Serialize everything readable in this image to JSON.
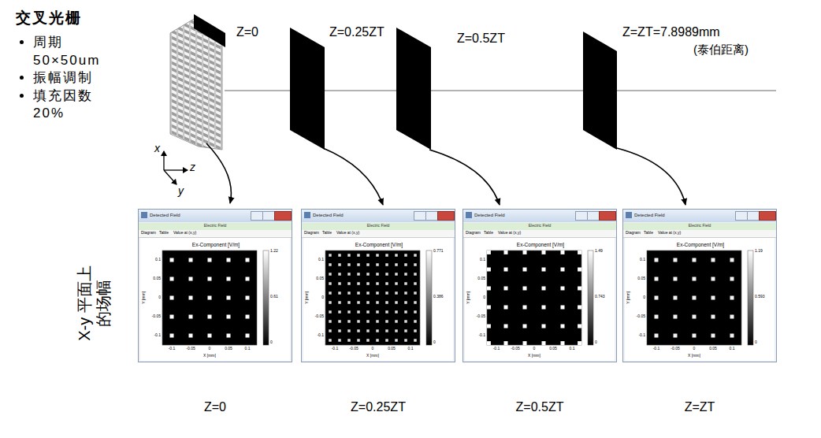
{
  "diagram": {
    "labels": [
      "交叉光栅",
      "周期 50×50um",
      "振幅调制",
      "填充因数 20%",
      "x",
      "z",
      "y",
      "Z=0",
      "Z=0.25ZT",
      "Z=0.5ZT",
      "Z=ZT=7.8989mm",
      "(泰伯距离)",
      "X-y 平面上的场幅",
      "Z=0",
      "Z=0.25ZT",
      "Z=0.5ZT",
      "Z=ZT",
      "Detected Field",
      "Electric Field",
      "Diagram",
      "Table",
      "Value at (x,y)",
      "Ex-Component [V/m]",
      "1.22",
      "0.61",
      "0",
      "X [mm]",
      "Y [mm]",
      "-0.1",
      "-0.05",
      "0",
      "0.05",
      "0.1",
      "0.1",
      "0.05",
      "0",
      "-0.05",
      "-0.1",
      "Detected Field",
      "Electric Field",
      "Diagram",
      "Table",
      "Value at (x,y)",
      "Ex-Component [V/m]",
      "0.771",
      "0.386",
      "0",
      "X [mm]",
      "Y [mm]",
      "-0.1",
      "-0.05",
      "0",
      "0.05",
      "0.1",
      "0.1",
      "0.05",
      "0",
      "-0.05",
      "-0.1",
      "Detected Field",
      "Electric Field",
      "Diagram",
      "Table",
      "Value at (x,y)",
      "Ex-Component [V/m]",
      "1.49",
      "0.743",
      "0",
      "X [mm]",
      "Y [mm]",
      "-0.1",
      "-0.05",
      "0",
      "0.05",
      "0.1",
      "0.1",
      "0.05",
      "0",
      "-0.05",
      "-0.1",
      "Detected Field",
      "Electric Field",
      "Diagram",
      "Table",
      "Value at (x,y)",
      "Ex-Component [V/m]",
      "1.19",
      "0.593",
      "0",
      "X [mm]",
      "Y [mm]",
      "-0.1",
      "-0.05",
      "0",
      "0.05",
      "0.1",
      "0.1",
      "0.05",
      "0",
      "-0.05",
      "-0.1"
    ]
  }
}
